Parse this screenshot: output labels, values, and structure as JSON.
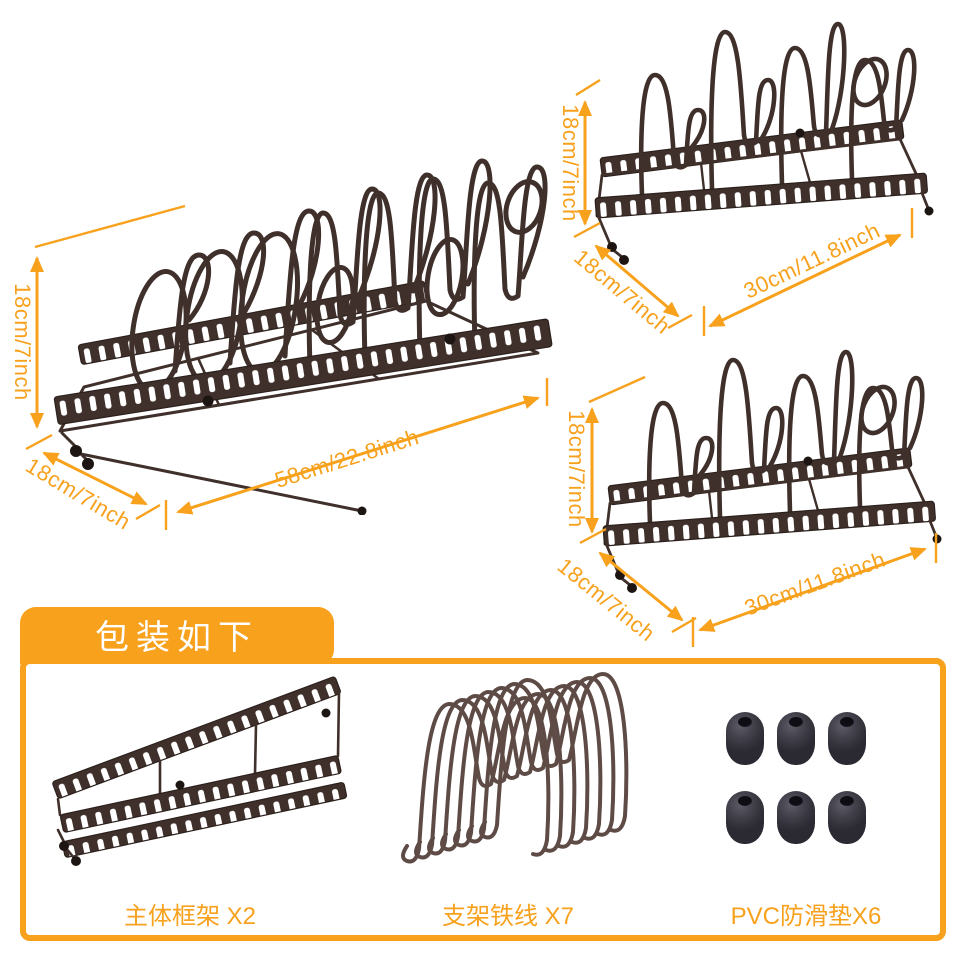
{
  "colors": {
    "accent": "#F7A11D",
    "rack": "#40302B",
    "wire": "#5E4B46",
    "pad": "#3D3C45"
  },
  "racks": {
    "main": {
      "height": "18cm/7inch",
      "depth": "18cm/7inch",
      "width": "58cm/22.8inch"
    },
    "top_right": {
      "height": "18cm/7inch",
      "depth": "18cm/7inch",
      "width": "30cm/11.8inch"
    },
    "bottom_right": {
      "height": "18cm/7inch",
      "depth": "18cm/7inch",
      "width": "30cm/11.8inch"
    }
  },
  "packaging": {
    "title": "包装如下",
    "items": [
      {
        "label": "主体框架 X2"
      },
      {
        "label": "支架铁线 X7"
      },
      {
        "label": "PVC防滑垫X6"
      }
    ]
  }
}
